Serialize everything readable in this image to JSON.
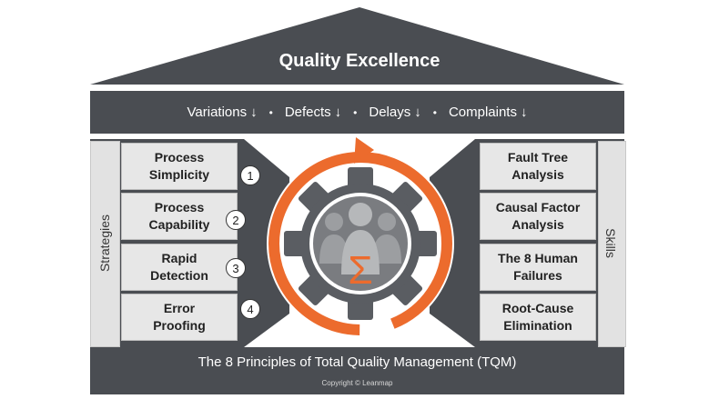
{
  "roof": {
    "title": "Quality Excellence"
  },
  "kpis": {
    "items": [
      {
        "label": "Variations",
        "icon": "down-arrow-icon",
        "glyph": "↓"
      },
      {
        "label": "Defects",
        "icon": "down-arrow-icon",
        "glyph": "↓"
      },
      {
        "label": "Delays",
        "icon": "down-arrow-icon",
        "glyph": "↓"
      },
      {
        "label": "Complaints",
        "icon": "down-arrow-icon",
        "glyph": "↓"
      }
    ],
    "separator": "•"
  },
  "left_pillar": {
    "label": "Strategies"
  },
  "right_pillar": {
    "label": "Skills"
  },
  "strategies": [
    {
      "label": "Process\nSimplicity",
      "number": "1"
    },
    {
      "label": "Process\nCapability",
      "number": "2"
    },
    {
      "label": "Rapid\nDetection",
      "number": "3"
    },
    {
      "label": "Error\nProofing",
      "number": "4"
    }
  ],
  "skills": [
    {
      "label": "Fault Tree\nAnalysis"
    },
    {
      "label": "Causal Factor\nAnalysis"
    },
    {
      "label": "The 8 Human\nFailures"
    },
    {
      "label": "Root-Cause\nElimination"
    }
  ],
  "center": {
    "icon": "gear-people-sigma-icon",
    "symbol": "Σ"
  },
  "base": {
    "text": "The 8 Principles of Total Quality Management (TQM)"
  },
  "footer": {
    "copyright": "Copyright © Leanmap"
  },
  "colors": {
    "dark": "#4a4d52",
    "accent": "#ec6b2d",
    "light": "#e6e6e6",
    "gear": "#5a5d62"
  }
}
